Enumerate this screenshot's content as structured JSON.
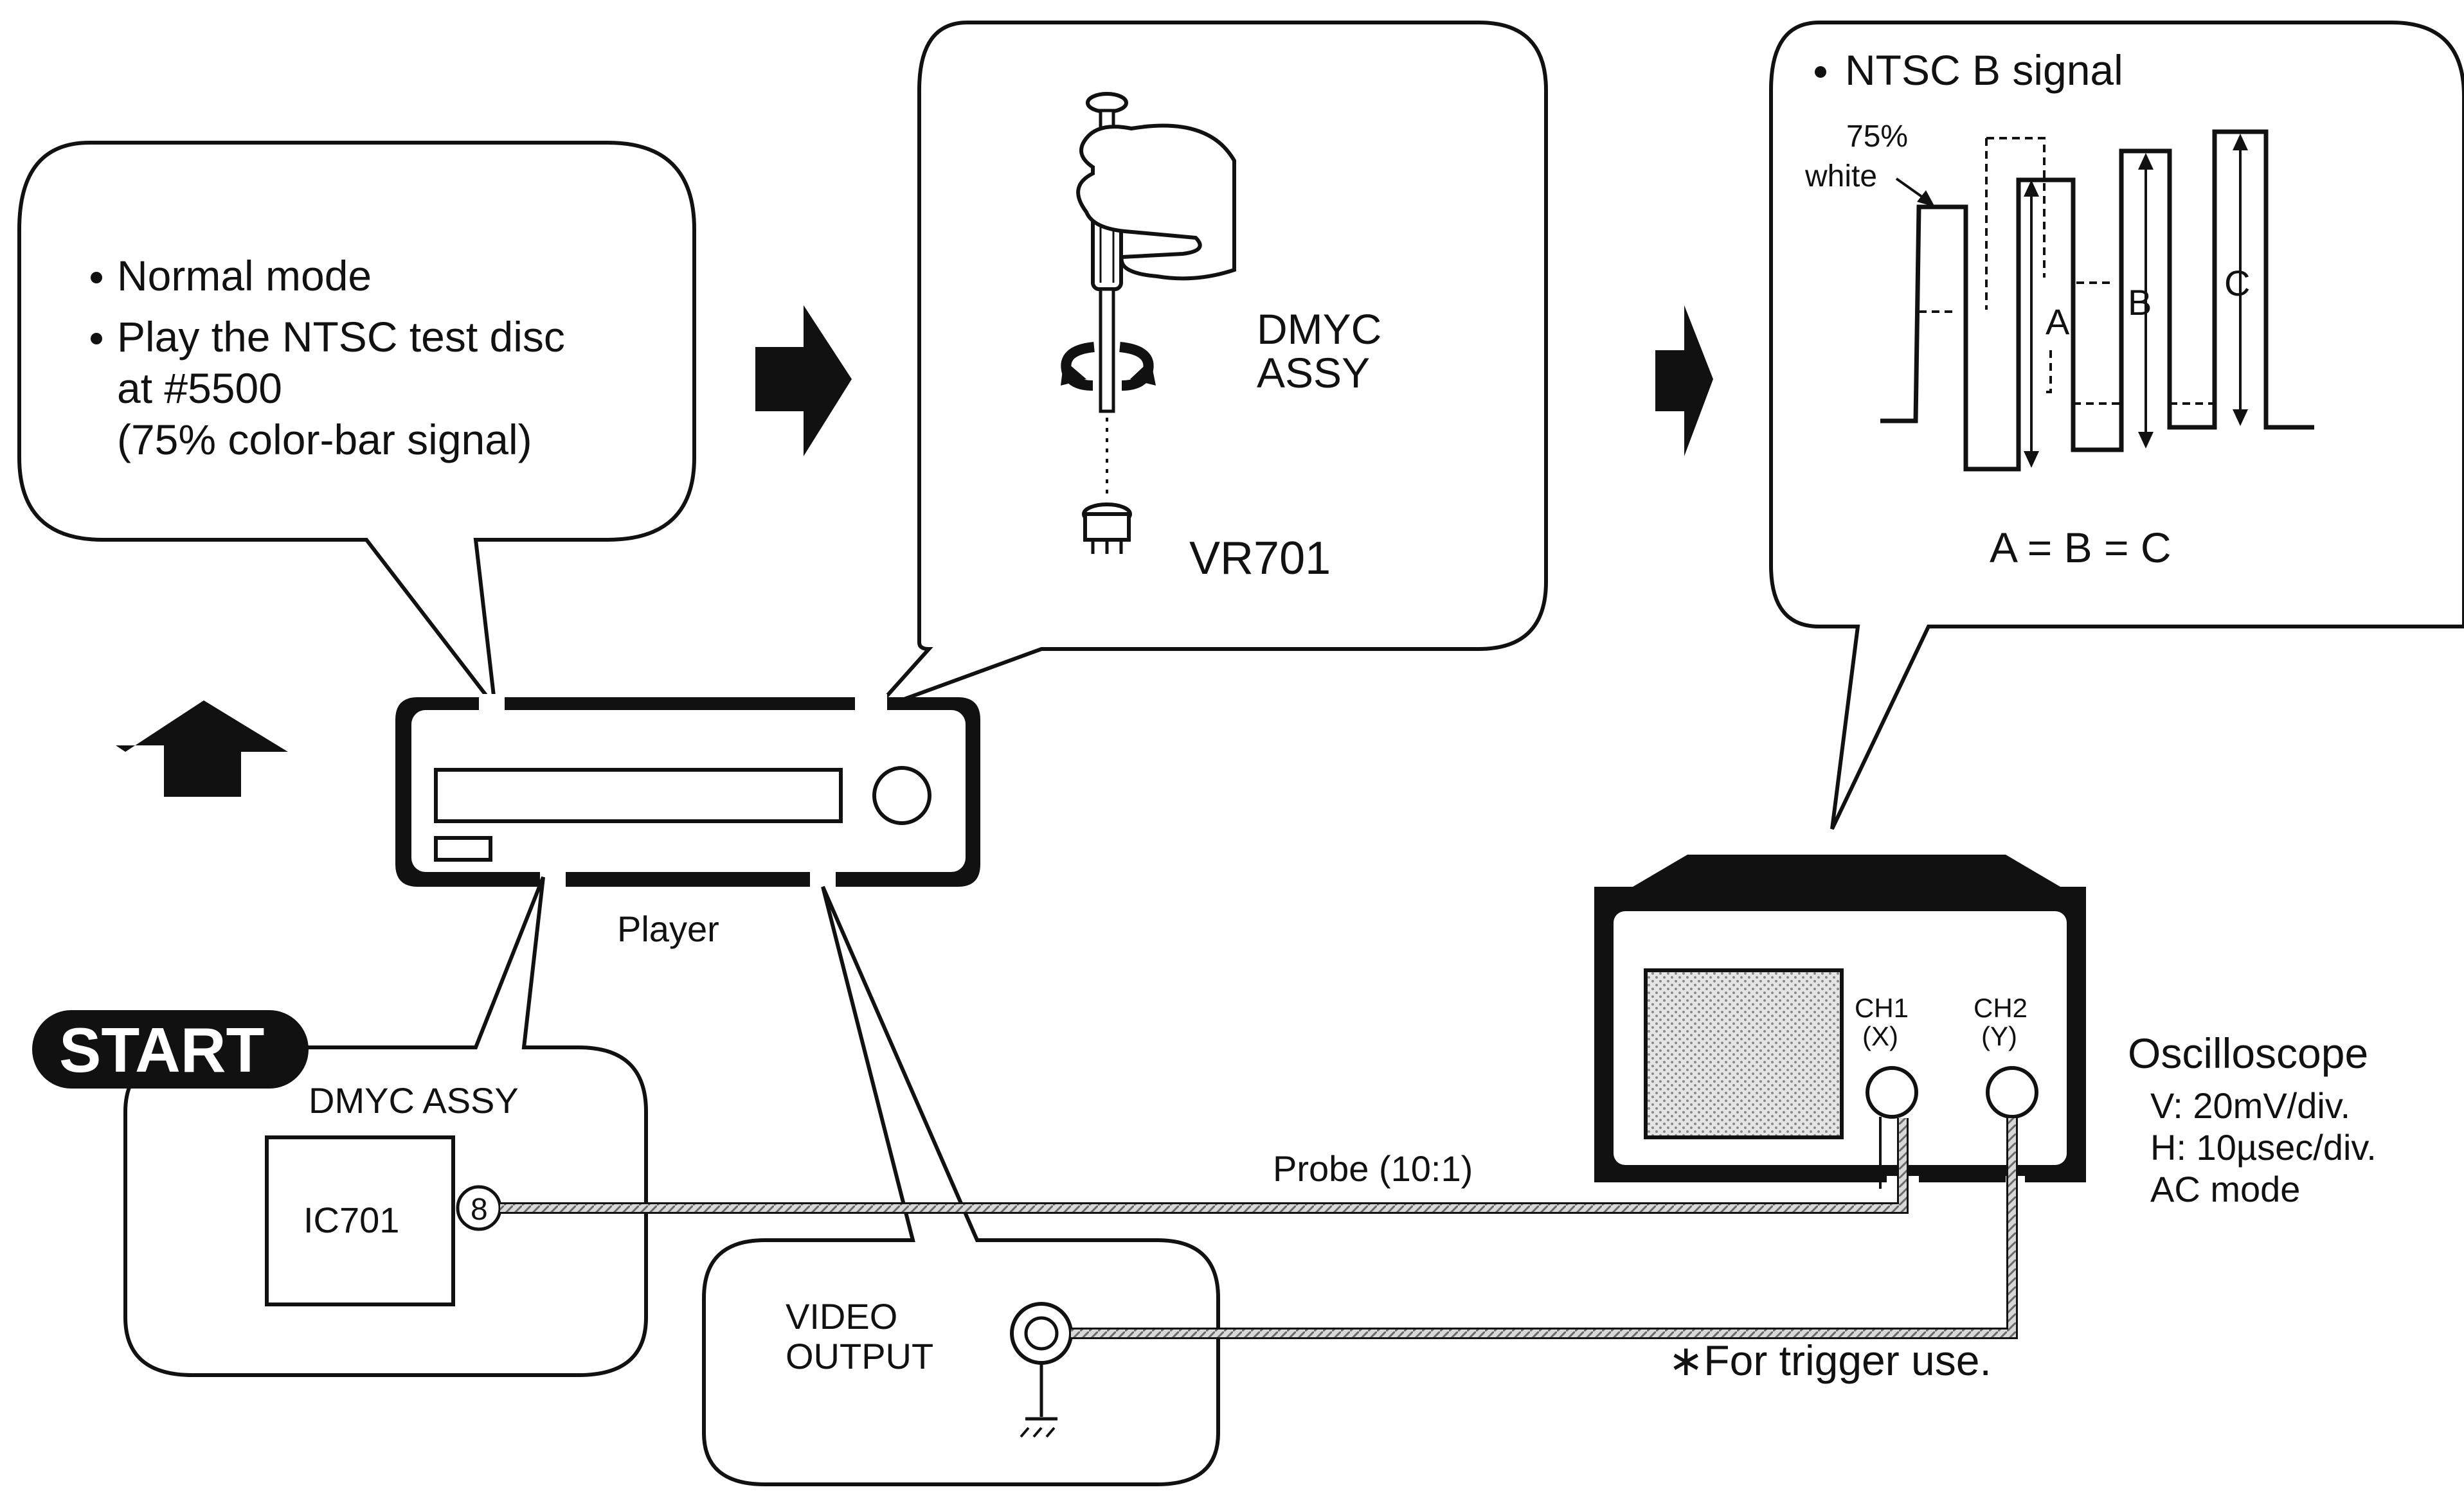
{
  "start_label": "START",
  "instructions": {
    "line1": "Normal mode",
    "line2": "Play the NTSC test disc",
    "line3": "at #5500",
    "line4": "(75% color-bar signal)"
  },
  "adjust": {
    "assy": [
      "DMYC",
      "ASSY"
    ],
    "part": "VR701"
  },
  "signal_panel": {
    "title": "NTSC B signal",
    "white_label": [
      "75%",
      "white"
    ],
    "marker_a": "A",
    "marker_b": "B",
    "marker_c": "C",
    "equation": "A = B = C"
  },
  "player_label": "Player",
  "dmyc_board": {
    "title": "DMYC ASSY",
    "ic": "IC701",
    "pin": "8"
  },
  "video_output": [
    "VIDEO",
    "OUTPUT"
  ],
  "probe_label": "Probe (10:1)",
  "trigger_note": "∗For trigger use.",
  "oscilloscope": {
    "ch1": [
      "CH1",
      "(X)"
    ],
    "ch2": [
      "CH2",
      "(Y)"
    ],
    "title": "Oscilloscope",
    "settings": [
      "V: 20mV/div.",
      "H: 10µsec/div.",
      "AC mode"
    ]
  },
  "colors": {
    "ink": "#111111",
    "cable": "#9a9a9a",
    "screen": "#cfcfcf"
  }
}
